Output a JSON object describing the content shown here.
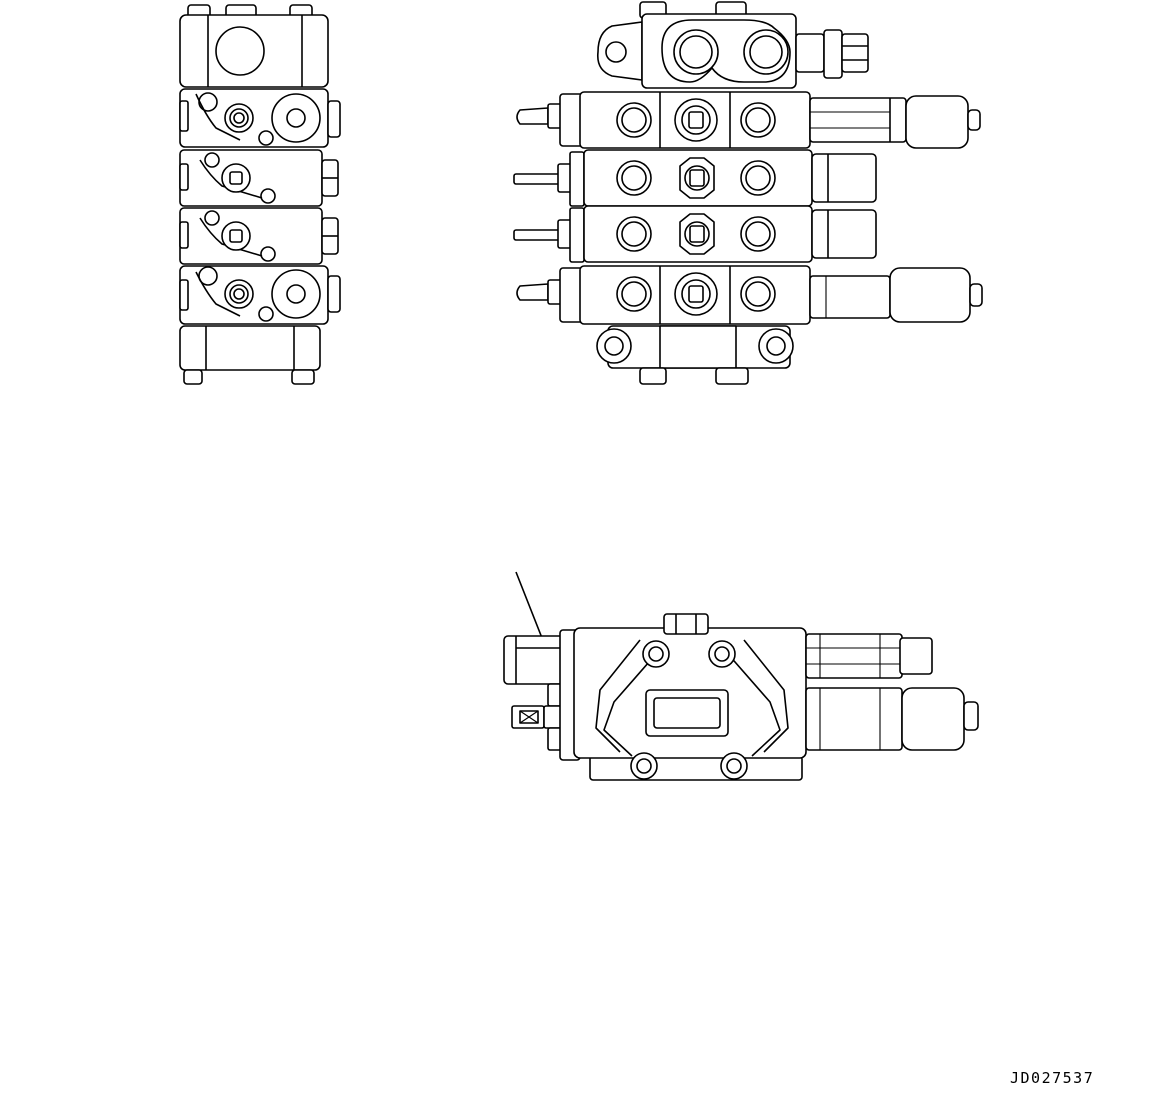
{
  "figure": {
    "reference_code": "JD027537",
    "views": [
      {
        "id": "side-view",
        "sections": 4
      },
      {
        "id": "top-view",
        "sections": 4
      },
      {
        "id": "end-view",
        "callouts": 1
      }
    ]
  }
}
